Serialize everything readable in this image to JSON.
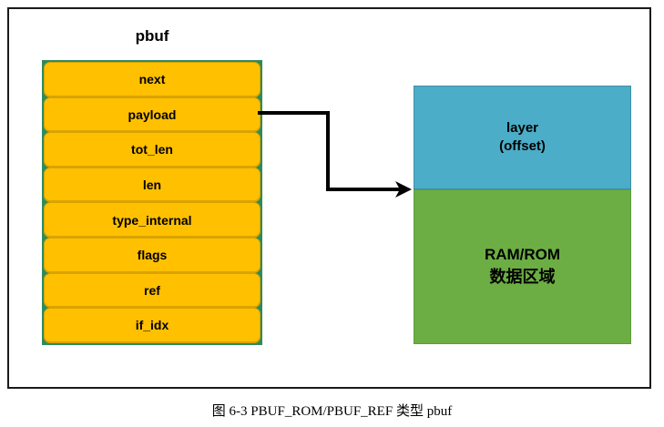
{
  "figure": {
    "caption": "图 6-3 PBUF_ROM/PBUF_REF 类型 pbuf",
    "frame_color": "#1a1a1a",
    "background": "#ffffff"
  },
  "pbuf_struct": {
    "title": "pbuf",
    "fill_color": "#ffc000",
    "backing_color": "#2f8a5b",
    "fields": [
      {
        "label": "next"
      },
      {
        "label": "payload"
      },
      {
        "label": "tot_len"
      },
      {
        "label": "len"
      },
      {
        "label": "type_internal"
      },
      {
        "label": "flags"
      },
      {
        "label": "ref"
      },
      {
        "label": "if_idx"
      }
    ]
  },
  "memory": {
    "layer_block": {
      "line1": "layer",
      "line2": "(offset)",
      "color": "#4badc8"
    },
    "data_block": {
      "line1": "RAM/ROM",
      "line2": "数据区域",
      "color": "#6cae43"
    }
  },
  "connector": {
    "from_field": "payload",
    "to_block": "data_block",
    "stroke_color": "#000000",
    "arrow": "arrow-head"
  }
}
